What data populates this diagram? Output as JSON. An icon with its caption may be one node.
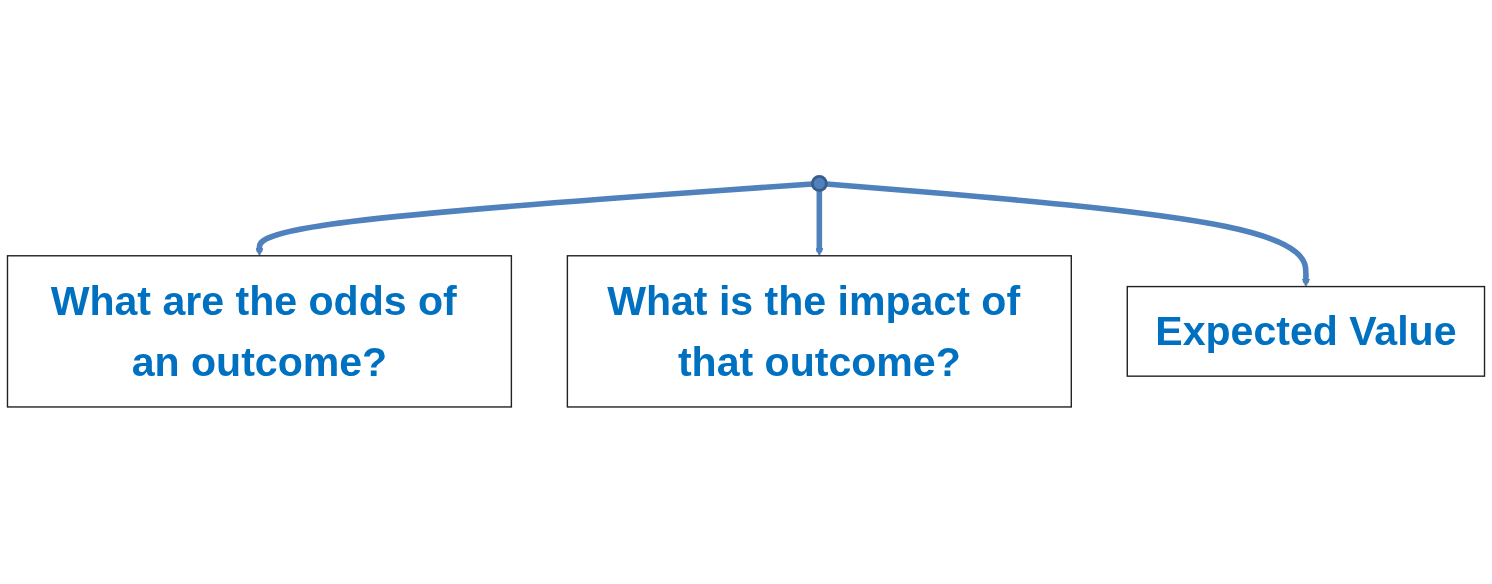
{
  "diagram": {
    "nodes": [
      {
        "text": [
          "What are the odds of an outcome?"
        ]
      },
      {
        "text": [],
        "shape": "arrow"
      },
      {
        "text": [
          "What is the impact of that outcome?"
        ]
      },
      {
        "text": [
          "Expected Value"
        ]
      }
    ],
    "edges": [
      {
        "from": 1,
        "to": 0,
        "arrow": "to"
      },
      {
        "from": 1,
        "to": 2,
        "arrow": "to"
      },
      {
        "from": 1,
        "to": 3,
        "arrow": "to"
      }
    ]
  }
}
